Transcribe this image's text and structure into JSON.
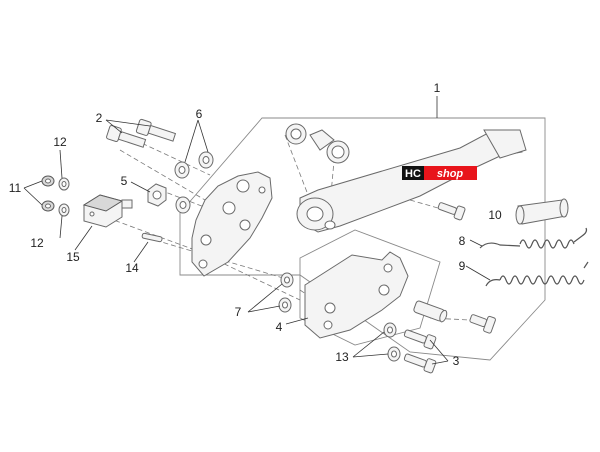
{
  "callouts": {
    "c1": "1",
    "c2": "2",
    "c3": "3",
    "c4": "4",
    "c5": "5",
    "c6": "6",
    "c7": "7",
    "c8": "8",
    "c9": "9",
    "c10": "10",
    "c11": "11",
    "c12a": "12",
    "c12b": "12",
    "c13": "13",
    "c14": "14",
    "c15": "15"
  },
  "logo": {
    "prefix": "HC",
    "word": "shop",
    "colors": {
      "prefix_bg": "#111111",
      "word_bg": "#e8141b",
      "text": "#ffffff"
    }
  },
  "colors": {
    "line": "#6a6a6a",
    "fill": "#f4f4f4",
    "label": "#222222"
  }
}
